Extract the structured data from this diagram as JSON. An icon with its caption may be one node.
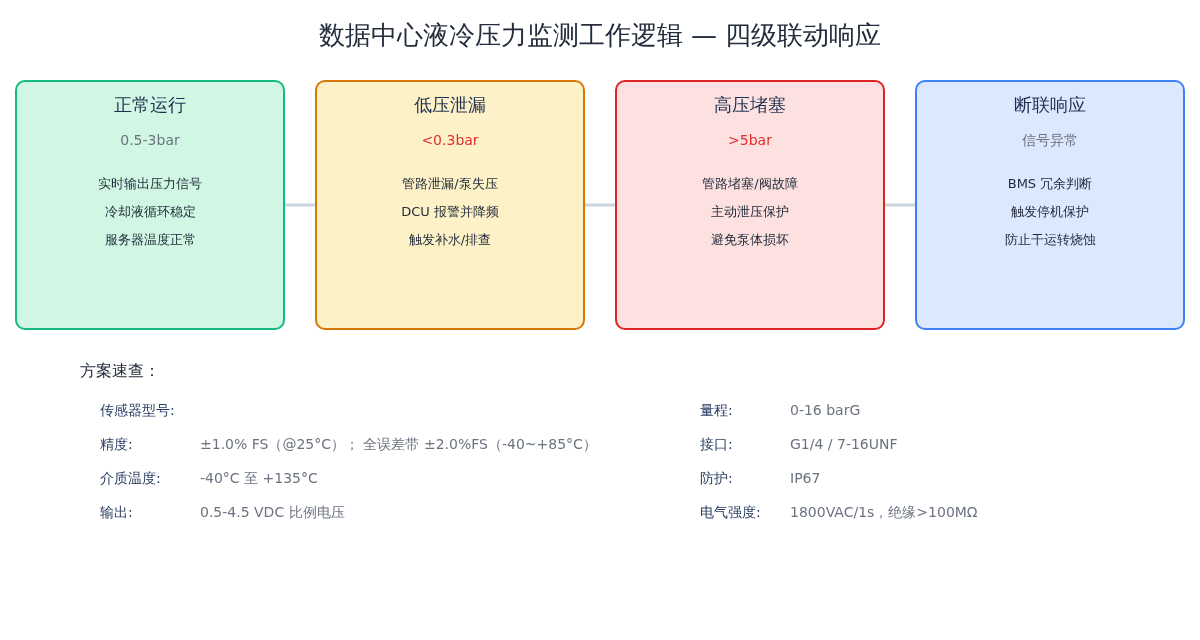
{
  "diagram": {
    "title": "数据中心液冷压力监测工作逻辑 — 四级联动响应",
    "nodes": [
      {
        "text": [
          "正常运行",
          "0.5-3bar",
          "实时输出压力信号",
          "冷却液循环稳定",
          "服务器温度正常"
        ]
      },
      {
        "text": [
          "低压泄漏",
          "<0.3bar",
          "管路泄漏/泵失压",
          "DCU 报警并降频",
          "触发补水/排查"
        ]
      },
      {
        "text": [
          "高压堵塞",
          ">5bar",
          "管路堵塞/阀故障",
          "主动泄压保护",
          "避免泵体损坏"
        ]
      },
      {
        "text": [
          "断联响应",
          "信号异常",
          "BMS 冗余判断",
          "触发停机保护",
          "防止干运转烧蚀"
        ]
      }
    ],
    "edges": [
      {
        "from": 0,
        "to": 1,
        "arrow": "none"
      },
      {
        "from": 1,
        "to": 2,
        "arrow": "none"
      },
      {
        "from": 2,
        "to": 3,
        "arrow": "none"
      }
    ],
    "labels": [
      "方案速查：",
      "传感器型号:",
      "量程:",
      "0-16 barG",
      "精度:",
      "±1.0% FS（@25°C）； 全误差带 ±2.0%FS（-40~+85°C）",
      "接口:",
      "G1/4 / 7-16UNF",
      "介质温度:",
      "-40°C 至 +135°C",
      "防护:",
      "IP67",
      "输出:",
      "0.5-4.5 VDC 比例电压",
      "电气强度:",
      "1800VAC/1s，绝缘>100MΩ"
    ]
  }
}
